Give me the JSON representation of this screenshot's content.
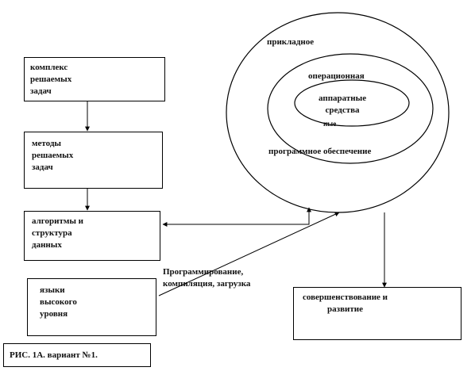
{
  "boxes": {
    "complex": "комплекс\nрешаемых\nзадач",
    "methods": "методы\nрешаемых\nзадач",
    "algorithms": "алгоритмы и\nструктура\nданных",
    "languages": "языки\nвысокого\nуровня",
    "improvement": "совершенствование и\nразвитие"
  },
  "rings": {
    "outer": "прикладное",
    "middle": "операционная",
    "inner": "аппаратные\nсредства",
    "inner_fragment": "ные",
    "bottom": "программное обеспечение"
  },
  "connector_label": "Программирование,\nкомпиляция, загрузка",
  "caption": "РИС. 1А. вариант №1."
}
